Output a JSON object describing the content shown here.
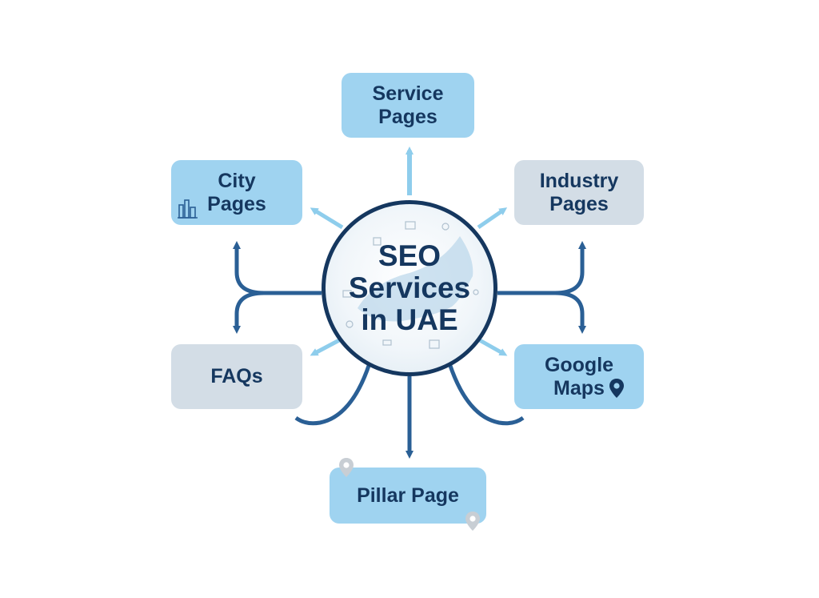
{
  "hub": {
    "title": "SEO\nServices\nin UAE"
  },
  "nodes": {
    "service": "Service\nPages",
    "city": "City\nPages",
    "industry": "Industry\nPages",
    "faqs": "FAQs",
    "google": "Google\nMaps",
    "pillar": "Pillar Page"
  },
  "colors": {
    "dark_navy": "#15375f",
    "mid_blue": "#2a5f95",
    "light_blue": "#9fd3f0",
    "arrow_light": "#8ecdec",
    "gray": "#d3dde6"
  },
  "icons": [
    "city-skyline-icon",
    "location-pin-icon",
    "uae-map-icon"
  ]
}
